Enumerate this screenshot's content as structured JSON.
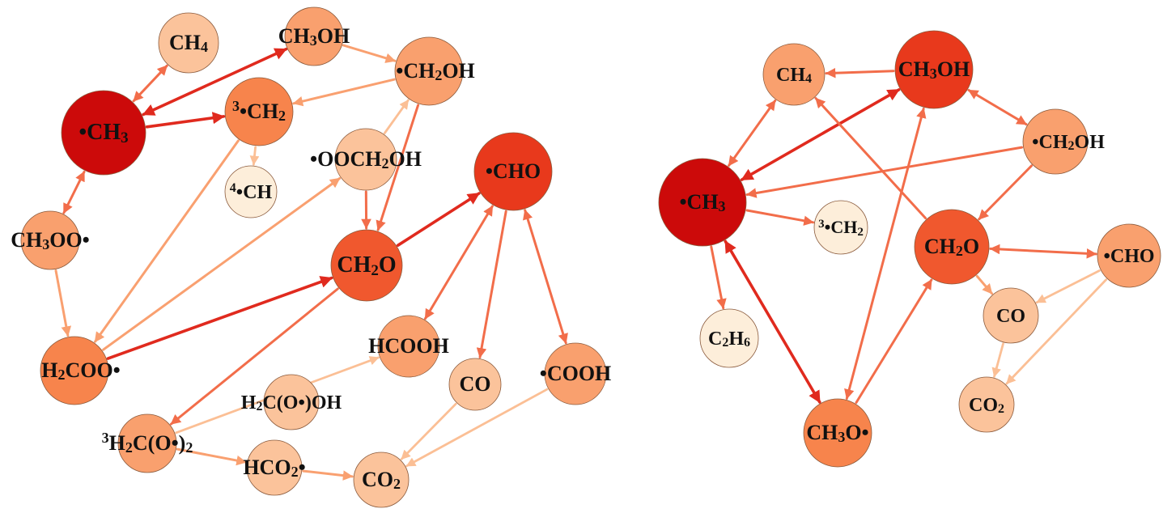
{
  "palette": {
    "darkred": "#cc0a0a",
    "red": "#e8391c",
    "redorange": "#f0582e",
    "orange": "#f7844c",
    "peach": "#f9a06e",
    "lightpeach": "#fbc39b",
    "cream": "#fdeeda",
    "edge_dark": "#e02a1e",
    "edge_mid": "#f26d4a",
    "edge_light": "#f9a070",
    "edge_pale": "#fbbf95"
  },
  "networks": [
    {
      "nodes": [
        {
          "id": "CH4_a",
          "text": [
            [
              "CH"
            ],
            [
              "4",
              "sub"
            ]
          ],
          "color": "lightpeach"
        },
        {
          "id": "CH3OH_a",
          "text": [
            [
              "CH"
            ],
            [
              "3",
              "sub"
            ],
            [
              "OH"
            ]
          ],
          "color": "peach"
        },
        {
          "id": "CH2OH_a",
          "text": [
            [
              "•CH"
            ],
            [
              "2",
              "sub"
            ],
            [
              "OH"
            ]
          ],
          "color": "peach"
        },
        {
          "id": "CH3_a",
          "text": [
            [
              "•CH"
            ],
            [
              "3",
              "sub"
            ]
          ],
          "color": "darkred"
        },
        {
          "id": "3CH2_a",
          "text": [
            [
              "3",
              "sup"
            ],
            [
              "•CH"
            ],
            [
              "2",
              "sub"
            ]
          ],
          "color": "orange"
        },
        {
          "id": "OOCH2OH_a",
          "text": [
            [
              "•OOCH"
            ],
            [
              "2",
              "sub"
            ],
            [
              "OH"
            ]
          ],
          "color": "lightpeach"
        },
        {
          "id": "4CH_a",
          "text": [
            [
              "4",
              "sup"
            ],
            [
              "•CH"
            ]
          ],
          "color": "cream"
        },
        {
          "id": "CHO_a",
          "text": [
            [
              "•CHO"
            ]
          ],
          "color": "red"
        },
        {
          "id": "CH3OO_a",
          "text": [
            [
              "CH"
            ],
            [
              "3",
              "sub"
            ],
            [
              "OO•"
            ]
          ],
          "color": "peach"
        },
        {
          "id": "CH2O_a",
          "text": [
            [
              "CH"
            ],
            [
              "2",
              "sub"
            ],
            [
              "O"
            ]
          ],
          "color": "redorange"
        },
        {
          "id": "H2COO_a",
          "text": [
            [
              "H"
            ],
            [
              "2",
              "sub"
            ],
            [
              "COO•"
            ]
          ],
          "color": "orange"
        },
        {
          "id": "HCOOH_a",
          "text": [
            [
              "HCOOH"
            ]
          ],
          "color": "peach"
        },
        {
          "id": "H2COOH_a",
          "text": [
            [
              "H"
            ],
            [
              "2",
              "sub"
            ],
            [
              "C(O•)OH"
            ]
          ],
          "color": "lightpeach"
        },
        {
          "id": "CO_a",
          "text": [
            [
              "CO"
            ]
          ],
          "color": "lightpeach"
        },
        {
          "id": "COOH_a",
          "text": [
            [
              "•COOH"
            ]
          ],
          "color": "peach"
        },
        {
          "id": "3H2CO2_a",
          "text": [
            [
              "3",
              "sup"
            ],
            [
              "H"
            ],
            [
              "2",
              "sub"
            ],
            [
              "C(O•)"
            ],
            [
              "2",
              "sub"
            ]
          ],
          "color": "peach"
        },
        {
          "id": "HCO2_a",
          "text": [
            [
              "HCO"
            ],
            [
              "2",
              "sub"
            ],
            [
              "•"
            ]
          ],
          "color": "lightpeach"
        },
        {
          "id": "CO2_a",
          "text": [
            [
              "CO"
            ],
            [
              "2",
              "sub"
            ]
          ],
          "color": "lightpeach"
        }
      ],
      "edges": [
        {
          "from": "CH3_a",
          "to": "CH4_a",
          "bidir": true,
          "color": "edge_mid"
        },
        {
          "from": "CH3_a",
          "to": "CH3OH_a",
          "bidir": true,
          "color": "edge_dark"
        },
        {
          "from": "CH3OH_a",
          "to": "CH2OH_a",
          "bidir": false,
          "color": "edge_light"
        },
        {
          "from": "CH2OH_a",
          "to": "3CH2_a",
          "bidir": false,
          "color": "edge_light"
        },
        {
          "from": "CH3_a",
          "to": "3CH2_a",
          "bidir": false,
          "color": "edge_dark"
        },
        {
          "from": "3CH2_a",
          "to": "4CH_a",
          "bidir": false,
          "color": "edge_pale"
        },
        {
          "from": "OOCH2OH_a",
          "to": "CH2OH_a",
          "bidir": false,
          "color": "edge_pale"
        },
        {
          "from": "OOCH2OH_a",
          "to": "CH2O_a",
          "bidir": false,
          "color": "edge_mid"
        },
        {
          "from": "CH2OH_a",
          "to": "CH2O_a",
          "bidir": false,
          "color": "edge_mid"
        },
        {
          "from": "CH3_a",
          "to": "CH3OO_a",
          "bidir": true,
          "color": "edge_mid"
        },
        {
          "from": "CH3OO_a",
          "to": "H2COO_a",
          "bidir": false,
          "color": "edge_light"
        },
        {
          "from": "3CH2_a",
          "to": "H2COO_a",
          "bidir": false,
          "color": "edge_light"
        },
        {
          "from": "H2COO_a",
          "to": "OOCH2OH_a",
          "bidir": false,
          "color": "edge_light"
        },
        {
          "from": "H2COO_a",
          "to": "CH2O_a",
          "bidir": false,
          "color": "edge_dark"
        },
        {
          "from": "CH2O_a",
          "to": "CHO_a",
          "bidir": false,
          "color": "edge_dark"
        },
        {
          "from": "CHO_a",
          "to": "HCOOH_a",
          "bidir": true,
          "color": "edge_mid"
        },
        {
          "from": "CHO_a",
          "to": "CO_a",
          "bidir": false,
          "color": "edge_mid"
        },
        {
          "from": "CHO_a",
          "to": "COOH_a",
          "bidir": true,
          "color": "edge_mid"
        },
        {
          "from": "CH2O_a",
          "to": "3H2CO2_a",
          "bidir": false,
          "color": "edge_mid"
        },
        {
          "from": "3H2CO2_a",
          "to": "HCOOH_a",
          "bidir": false,
          "color": "edge_pale"
        },
        {
          "from": "3H2CO2_a",
          "to": "HCO2_a",
          "bidir": false,
          "color": "edge_light"
        },
        {
          "from": "HCO2_a",
          "to": "CO2_a",
          "bidir": false,
          "color": "edge_light"
        },
        {
          "from": "CO_a",
          "to": "CO2_a",
          "bidir": false,
          "color": "edge_pale"
        },
        {
          "from": "COOH_a",
          "to": "CO2_a",
          "bidir": false,
          "color": "edge_pale"
        }
      ]
    },
    {
      "nodes": [
        {
          "id": "CH4_b",
          "text": [
            [
              "CH"
            ],
            [
              "4",
              "sub"
            ]
          ],
          "color": "peach"
        },
        {
          "id": "CH3OH_b",
          "text": [
            [
              "CH"
            ],
            [
              "3",
              "sub"
            ],
            [
              "OH"
            ]
          ],
          "color": "red"
        },
        {
          "id": "CH2OH_b",
          "text": [
            [
              "•CH"
            ],
            [
              "2",
              "sub"
            ],
            [
              "OH"
            ]
          ],
          "color": "peach"
        },
        {
          "id": "CH3_b",
          "text": [
            [
              "•CH"
            ],
            [
              "3",
              "sub"
            ]
          ],
          "color": "darkred"
        },
        {
          "id": "3CH2_b",
          "text": [
            [
              "3",
              "sup"
            ],
            [
              "•CH"
            ],
            [
              "2",
              "sub"
            ]
          ],
          "color": "cream"
        },
        {
          "id": "CH2O_b",
          "text": [
            [
              "CH"
            ],
            [
              "2",
              "sub"
            ],
            [
              "O"
            ]
          ],
          "color": "redorange"
        },
        {
          "id": "CHO_b",
          "text": [
            [
              "•CHO"
            ]
          ],
          "color": "peach"
        },
        {
          "id": "C2H6_b",
          "text": [
            [
              "C"
            ],
            [
              "2",
              "sub"
            ],
            [
              "H"
            ],
            [
              "6",
              "sub"
            ]
          ],
          "color": "cream"
        },
        {
          "id": "CO_b",
          "text": [
            [
              "CO"
            ]
          ],
          "color": "lightpeach"
        },
        {
          "id": "CO2_b",
          "text": [
            [
              "CO"
            ],
            [
              "2",
              "sub"
            ]
          ],
          "color": "lightpeach"
        },
        {
          "id": "CH3O_b",
          "text": [
            [
              "CH"
            ],
            [
              "3",
              "sub"
            ],
            [
              "O•"
            ]
          ],
          "color": "orange"
        }
      ],
      "edges": [
        {
          "from": "CH3OH_b",
          "to": "CH4_b",
          "bidir": false,
          "color": "edge_mid"
        },
        {
          "from": "CH3_b",
          "to": "CH4_b",
          "bidir": true,
          "color": "edge_mid"
        },
        {
          "from": "CH3_b",
          "to": "CH3OH_b",
          "bidir": true,
          "color": "edge_dark"
        },
        {
          "from": "CH3OH_b",
          "to": "CH2OH_b",
          "bidir": true,
          "color": "edge_mid"
        },
        {
          "from": "CH2OH_b",
          "to": "CH3_b",
          "bidir": false,
          "color": "edge_mid"
        },
        {
          "from": "CH2OH_b",
          "to": "CH2O_b",
          "bidir": false,
          "color": "edge_mid"
        },
        {
          "from": "CH2O_b",
          "to": "CH4_b",
          "bidir": false,
          "color": "edge_mid"
        },
        {
          "from": "CH3_b",
          "to": "3CH2_b",
          "bidir": false,
          "color": "edge_mid"
        },
        {
          "from": "CH3_b",
          "to": "C2H6_b",
          "bidir": false,
          "color": "edge_mid"
        },
        {
          "from": "CH3_b",
          "to": "CH3O_b",
          "bidir": true,
          "color": "edge_dark"
        },
        {
          "from": "CH3O_b",
          "to": "CH3OH_b",
          "bidir": true,
          "color": "edge_mid"
        },
        {
          "from": "CH3O_b",
          "to": "CH2O_b",
          "bidir": false,
          "color": "edge_mid"
        },
        {
          "from": "CH2O_b",
          "to": "CHO_b",
          "bidir": true,
          "color": "edge_mid"
        },
        {
          "from": "CH2O_b",
          "to": "CO_b",
          "bidir": false,
          "color": "edge_light"
        },
        {
          "from": "CHO_b",
          "to": "CO_b",
          "bidir": false,
          "color": "edge_pale"
        },
        {
          "from": "CHO_b",
          "to": "CO2_b",
          "bidir": false,
          "color": "edge_pale"
        },
        {
          "from": "CO_b",
          "to": "CO2_b",
          "bidir": false,
          "color": "edge_pale"
        }
      ]
    }
  ]
}
